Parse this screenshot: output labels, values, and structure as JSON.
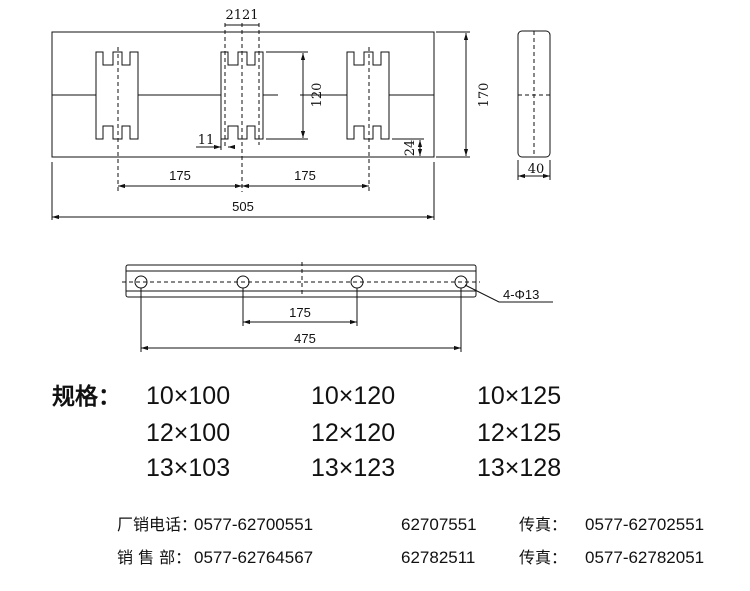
{
  "drawing": {
    "front_view": {
      "dim_pitch_top": "2121",
      "dim_height_inner": "120",
      "dim_height_total": "170",
      "dim_bottom_gap": "24",
      "dim_slot": "11",
      "dim_spacing_left": "175",
      "dim_spacing_right": "175",
      "dim_length": "505"
    },
    "side_view": {
      "dim_width": "40"
    },
    "bottom_view": {
      "dim_hole_spacing": "175",
      "dim_hole_span": "475",
      "hole_callout": "4-Φ13"
    }
  },
  "specs": {
    "label": "规格：",
    "rows": [
      [
        "10×100",
        "10×120",
        "10×125"
      ],
      [
        "12×100",
        "12×120",
        "12×125"
      ],
      [
        "13×103",
        "13×123",
        "13×128"
      ]
    ]
  },
  "contacts": [
    {
      "label": "厂销电话：",
      "phone1": "0577-62700551",
      "phone2": "62707551",
      "fax_label": "传真：",
      "fax": "0577-62702551"
    },
    {
      "label": "销 售 部：",
      "phone1": "0577-62764567",
      "phone2": "62782511",
      "fax_label": "传真：",
      "fax": "0577-62782051"
    }
  ]
}
